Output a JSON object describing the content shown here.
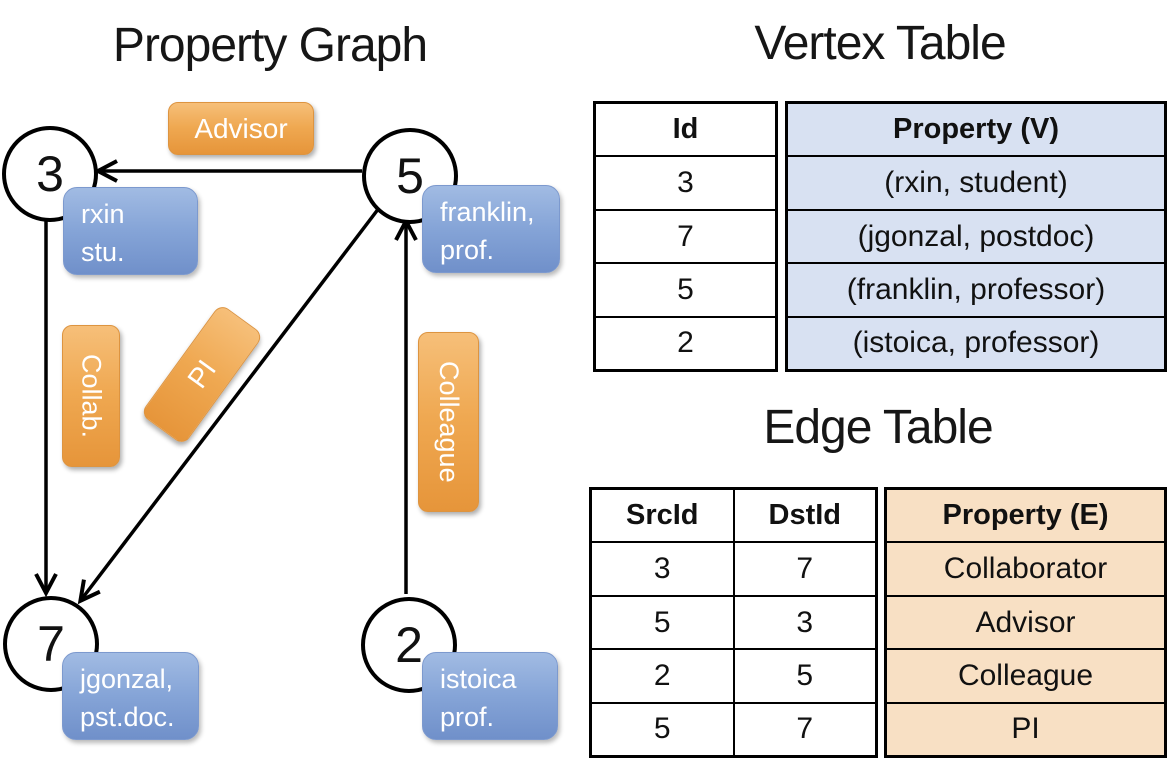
{
  "graph": {
    "title": "Property Graph",
    "vertices": [
      {
        "id": "3",
        "label_lines": [
          "rxin",
          "stu."
        ]
      },
      {
        "id": "5",
        "label_lines": [
          "franklin,",
          "prof."
        ]
      },
      {
        "id": "7",
        "label_lines": [
          "jgonzal,",
          "pst.doc."
        ]
      },
      {
        "id": "2",
        "label_lines": [
          "istoica",
          "prof."
        ]
      }
    ],
    "edge_labels": {
      "advisor": "Advisor",
      "collab": "Collab.",
      "pi": "PI",
      "colleague": "Colleague"
    }
  },
  "vertex_table": {
    "title": "Vertex Table",
    "columns": [
      "Id",
      "Property (V)"
    ],
    "rows": [
      [
        "3",
        "(rxin, student)"
      ],
      [
        "7",
        "(jgonzal, postdoc)"
      ],
      [
        "5",
        "(franklin, professor)"
      ],
      [
        "2",
        "(istoica, professor)"
      ]
    ]
  },
  "edge_table": {
    "title": "Edge Table",
    "columns": [
      "SrcId",
      "DstId",
      "Property (E)"
    ],
    "rows": [
      [
        "3",
        "7",
        "Collaborator"
      ],
      [
        "5",
        "3",
        "Advisor"
      ],
      [
        "2",
        "5",
        "Colleague"
      ],
      [
        "5",
        "7",
        "PI"
      ]
    ]
  },
  "colors": {
    "edge_label_orange": "#EFA851",
    "vertex_label_blue": "#85A4D7",
    "vertex_table_property_fill": "#D8E1F2",
    "edge_table_property_fill": "#F8E0C4",
    "line_color": "#000000"
  }
}
